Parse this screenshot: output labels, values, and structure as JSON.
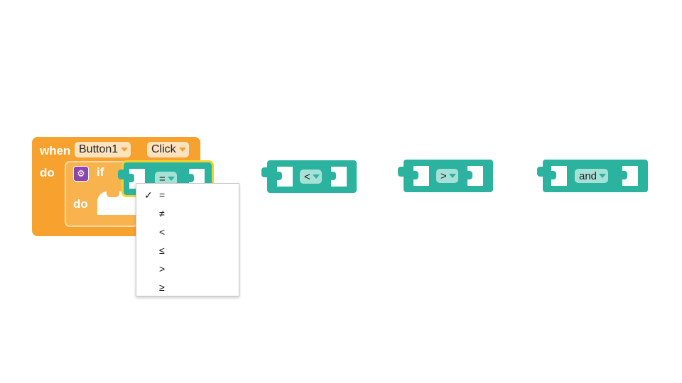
{
  "event_block": {
    "when_label": "when",
    "do_label": "do",
    "component": "Button1",
    "event": "Click"
  },
  "if_block": {
    "if_label": "if",
    "do_label": "do",
    "gear_icon": "gear-icon"
  },
  "compare_blocks": [
    {
      "operator": "="
    },
    {
      "operator": "<"
    },
    {
      "operator": ">"
    },
    {
      "operator": "and"
    }
  ],
  "dropdown": {
    "checkmark": "✓",
    "options": [
      "=",
      "≠",
      "<",
      "≤",
      ">",
      "≥"
    ],
    "selected": "="
  },
  "colors": {
    "event_orange": "#f7a12e",
    "logic_teal": "#2bb3a0",
    "mutator_purple": "#8e44ad",
    "selection_yellow": "#f3d22e"
  }
}
